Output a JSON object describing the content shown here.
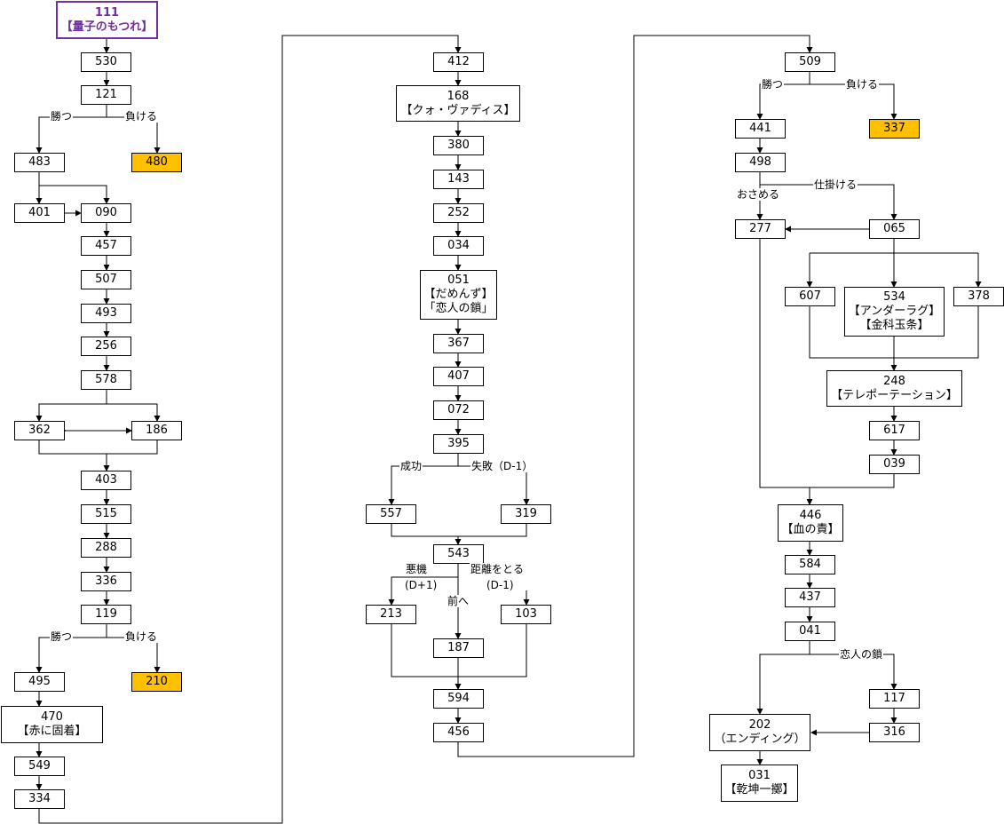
{
  "colors": {
    "line": "#000000",
    "bad_end": "#ffc000",
    "start_border": "#7030a0"
  },
  "nodes": {
    "n111": [
      "111",
      "【量子のもつれ】"
    ],
    "n530": [
      "530"
    ],
    "n121": [
      "121"
    ],
    "n483": [
      "483"
    ],
    "n480": [
      "480"
    ],
    "n401": [
      "401"
    ],
    "n090": [
      "090"
    ],
    "n457": [
      "457"
    ],
    "n507": [
      "507"
    ],
    "n493": [
      "493"
    ],
    "n256": [
      "256"
    ],
    "n578": [
      "578"
    ],
    "n362": [
      "362"
    ],
    "n186": [
      "186"
    ],
    "n403": [
      "403"
    ],
    "n515": [
      "515"
    ],
    "n288": [
      "288"
    ],
    "n336": [
      "336"
    ],
    "n119": [
      "119"
    ],
    "n495": [
      "495"
    ],
    "n210": [
      "210"
    ],
    "n470": [
      "470",
      "【赤に固着】"
    ],
    "n549": [
      "549"
    ],
    "n334": [
      "334"
    ],
    "n412": [
      "412"
    ],
    "n168": [
      "168",
      "【クォ・ヴァディス】"
    ],
    "n380": [
      "380"
    ],
    "n143": [
      "143"
    ],
    "n252": [
      "252"
    ],
    "n034": [
      "034"
    ],
    "n051": [
      "051",
      "【だめんず】",
      "「恋人の鎖」"
    ],
    "n367": [
      "367"
    ],
    "n407": [
      "407"
    ],
    "n072": [
      "072"
    ],
    "n395": [
      "395"
    ],
    "n557": [
      "557"
    ],
    "n319": [
      "319"
    ],
    "n543": [
      "543"
    ],
    "n213": [
      "213"
    ],
    "n103": [
      "103"
    ],
    "n187": [
      "187"
    ],
    "n594": [
      "594"
    ],
    "n456": [
      "456"
    ],
    "n509": [
      "509"
    ],
    "n441": [
      "441"
    ],
    "n337": [
      "337"
    ],
    "n498": [
      "498"
    ],
    "n277": [
      "277"
    ],
    "n065": [
      "065"
    ],
    "n607": [
      "607"
    ],
    "n534": [
      "534",
      "【アンダーラグ】",
      "【金科玉条】"
    ],
    "n378": [
      "378"
    ],
    "n248": [
      "248",
      "【テレポーテーション】"
    ],
    "n617": [
      "617"
    ],
    "n039": [
      "039"
    ],
    "n446": [
      "446",
      "【血の責】"
    ],
    "n584": [
      "584"
    ],
    "n437": [
      "437"
    ],
    "n041": [
      "041"
    ],
    "n117": [
      "117"
    ],
    "n316": [
      "316"
    ],
    "n202": [
      "202",
      "（エンディング）"
    ],
    "n031": [
      "031",
      "【乾坤一擲】"
    ]
  },
  "labels": {
    "win": "勝つ",
    "lose": "負ける",
    "success": "成功",
    "fail": "失敗（D-1）",
    "danger": "悪機",
    "danger_mod": "(D+1)",
    "distance": "距離をとる",
    "distance_mod": "(D-1)",
    "forward": "前へ",
    "settle": "おさめる",
    "trap": "仕掛ける",
    "lovers_chain": "恋人の鎖"
  }
}
